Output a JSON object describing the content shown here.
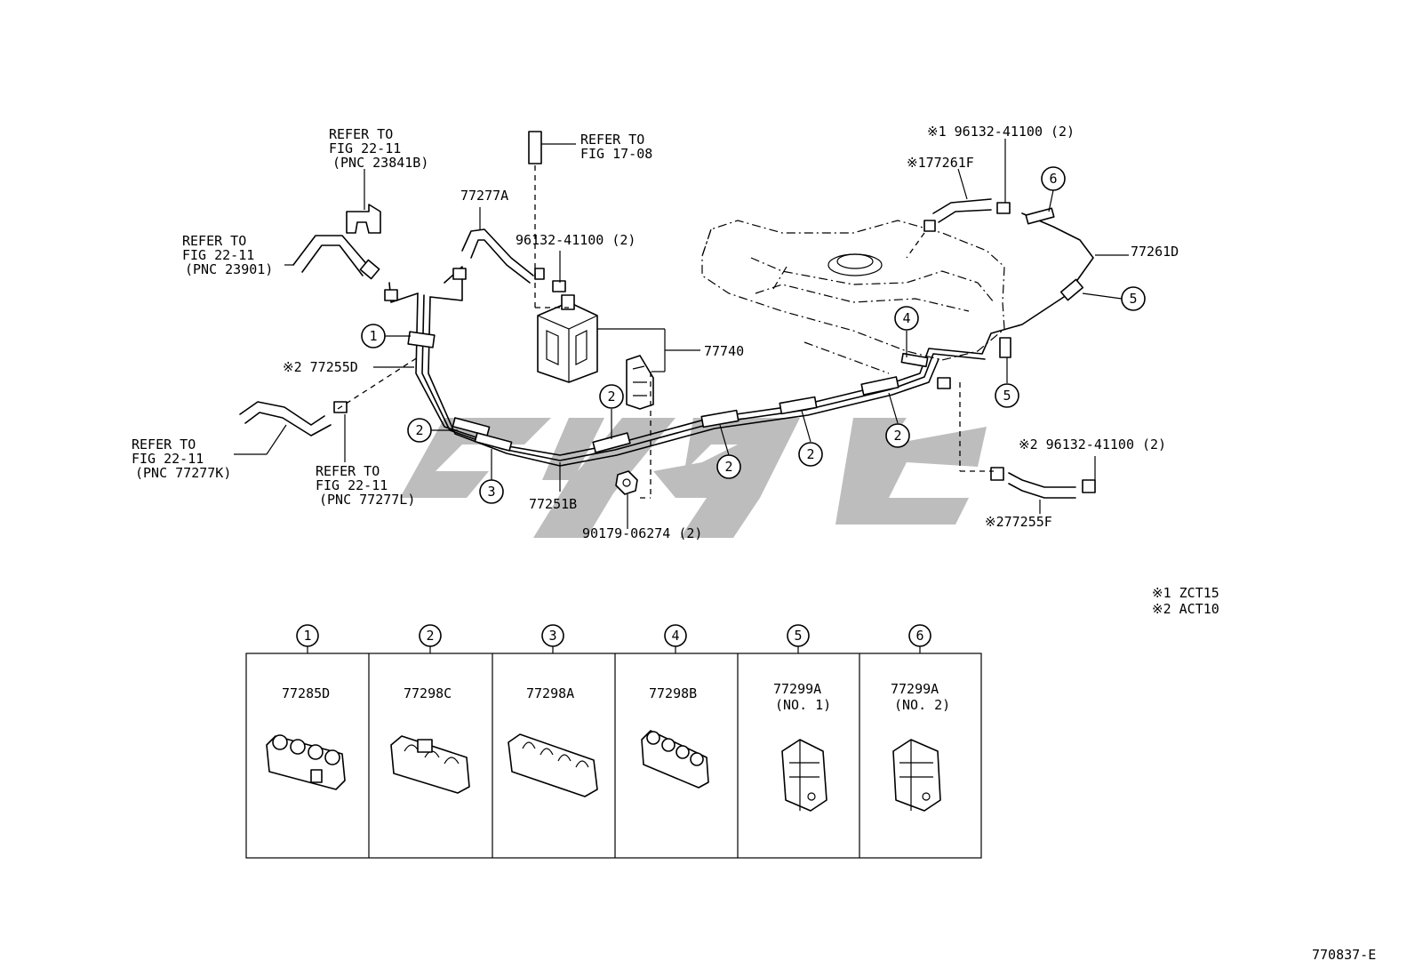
{
  "refer_22_11_23841b": [
    "REFER TO",
    "FIG 22-11",
    "(PNC 23841B)"
  ],
  "refer_17_08": [
    "REFER TO",
    "FIG 17-08"
  ],
  "refer_22_11_23901": [
    "REFER TO",
    "FIG 22-11",
    "(PNC 23901)"
  ],
  "refer_22_11_77277k": [
    "REFER TO",
    "FIG 22-11",
    "(PNC 77277K)"
  ],
  "refer_22_11_77277l": [
    "REFER TO",
    "FIG 22-11",
    "(PNC 77277L)"
  ],
  "parts": {
    "p77277a": "77277A",
    "p96132_center": "96132-41100 (2)",
    "p77740": "77740",
    "p77255d": "※2 77255D",
    "p77251b": "77251B",
    "p90179": "90179-06274 (2)",
    "p96132_top": "※1 96132-41100 (2)",
    "p77261f": "※177261F",
    "p77261d": "77261D",
    "p96132_right": "※2 96132-41100 (2)",
    "p77255f": "※277255F"
  },
  "callout_numbers": [
    "1",
    "2",
    "3",
    "4",
    "5",
    "6"
  ],
  "notes": [
    "※1  ZCT15",
    "※2  ACT10"
  ],
  "clamp_table": [
    {
      "key": "1",
      "part": "77285D",
      "sub": ""
    },
    {
      "key": "2",
      "part": "77298C",
      "sub": ""
    },
    {
      "key": "3",
      "part": "77298A",
      "sub": ""
    },
    {
      "key": "4",
      "part": "77298B",
      "sub": ""
    },
    {
      "key": "5",
      "part": "77299A",
      "sub": "(NO. 1)"
    },
    {
      "key": "6",
      "part": "77299A",
      "sub": "(NO. 2)"
    }
  ],
  "figure_code": "770837-E",
  "watermark": "cygc",
  "colors": {
    "line": "#000000",
    "background": "#ffffff",
    "watermark": "#bdbdbd"
  }
}
